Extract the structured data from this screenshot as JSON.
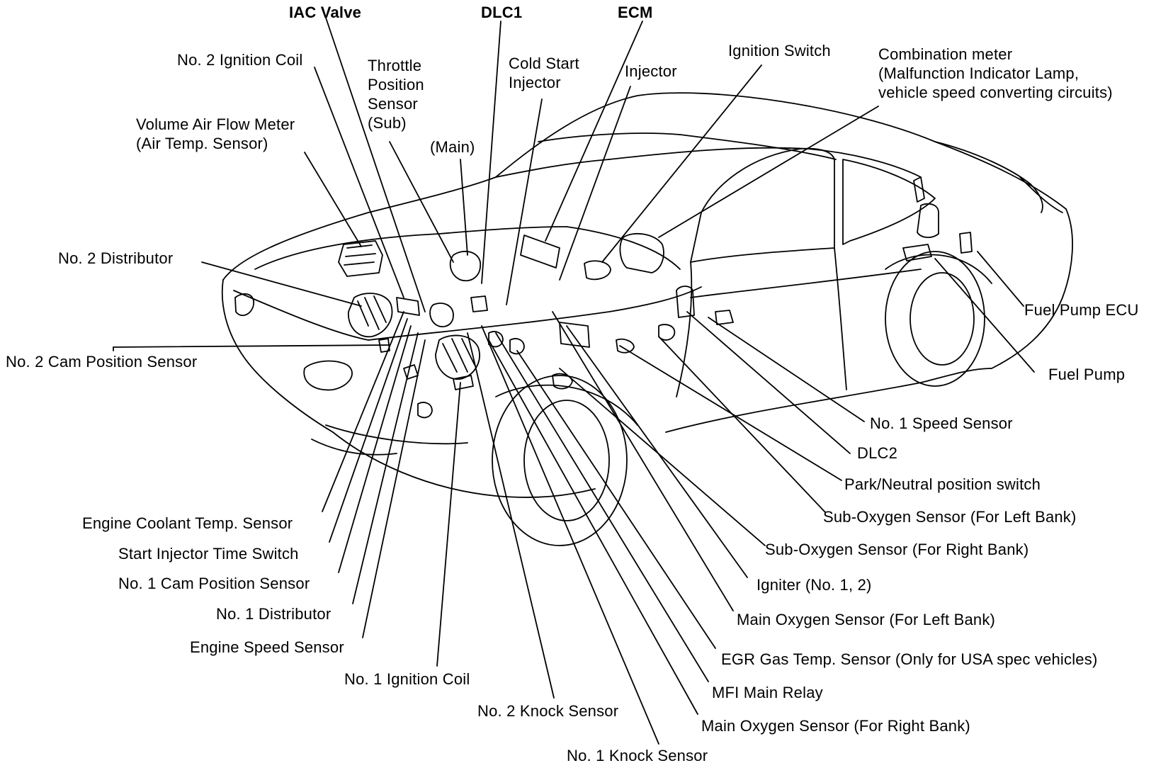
{
  "labels": {
    "iac_valve": "IAC Valve",
    "dlc1": "DLC1",
    "ecm": "ECM",
    "no2_ignition_coil": "No. 2 Ignition Coil",
    "throttle_position_sensor": "Throttle\nPosition\nSensor\n(Sub)",
    "throttle_main": "(Main)",
    "cold_start_injector": "Cold Start\nInjector",
    "injector": "Injector",
    "ignition_switch": "Ignition Switch",
    "combination_meter": "Combination meter\n(Malfunction Indicator Lamp,\nvehicle speed converting circuits)",
    "volume_air_flow_meter": "Volume Air Flow Meter\n(Air Temp. Sensor)",
    "no2_distributor": "No. 2 Distributor",
    "no2_cam_position_sensor": "No. 2 Cam Position Sensor",
    "fuel_pump_ecu": "Fuel Pump ECU",
    "fuel_pump": "Fuel Pump",
    "no1_speed_sensor": "No. 1 Speed Sensor",
    "dlc2": "DLC2",
    "park_neutral_switch": "Park/Neutral position switch",
    "sub_oxygen_left": "Sub-Oxygen Sensor (For Left Bank)",
    "sub_oxygen_right": "Sub-Oxygen Sensor (For Right Bank)",
    "igniter": "Igniter (No. 1, 2)",
    "main_oxygen_left": "Main Oxygen Sensor (For Left Bank)",
    "egr_gas_temp": "EGR Gas Temp. Sensor (Only for USA spec vehicles)",
    "mfi_main_relay": "MFI Main Relay",
    "main_oxygen_right": "Main Oxygen Sensor (For Right Bank)",
    "no1_knock_sensor": "No. 1 Knock Sensor",
    "no2_knock_sensor": "No. 2 Knock Sensor",
    "no1_ignition_coil": "No. 1 Ignition Coil",
    "engine_speed_sensor": "Engine Speed Sensor",
    "no1_distributor": "No. 1 Distributor",
    "no1_cam_position_sensor": "No. 1 Cam Position Sensor",
    "start_injector_time_switch": "Start Injector Time Switch",
    "engine_coolant_temp_sensor": "Engine Coolant Temp. Sensor"
  },
  "colors": {
    "line": "#000000",
    "background": "#ffffff"
  }
}
